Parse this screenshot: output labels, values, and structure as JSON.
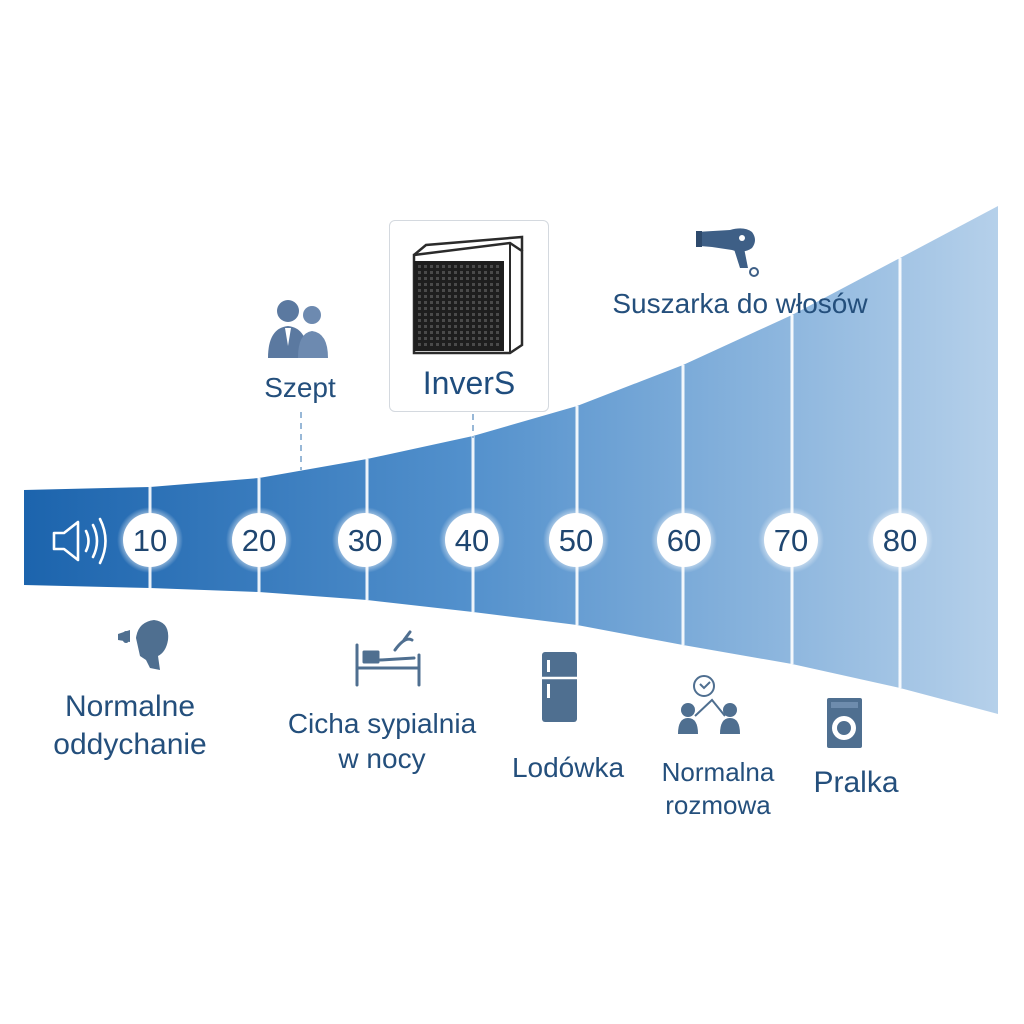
{
  "scale": {
    "ticks": [
      "10",
      "20",
      "30",
      "40",
      "50",
      "60",
      "70",
      "80"
    ],
    "speaker_icon": "speaker-volume-icon"
  },
  "product": {
    "name": "InverS",
    "icon": "heat-pump-unit-icon"
  },
  "annotations_above": [
    {
      "label": "Szept",
      "icon": "people-icon"
    },
    {
      "label": "Suszarka do włosów",
      "icon": "hair-dryer-icon"
    }
  ],
  "annotations_below": [
    {
      "lines": [
        "Normalne",
        "oddychanie"
      ],
      "icon": "head-breathing-icon"
    },
    {
      "lines": [
        "Cicha sypialnia",
        "w nocy"
      ],
      "icon": "bed-icon"
    },
    {
      "lines": [
        "Lodówka"
      ],
      "icon": "refrigerator-icon"
    },
    {
      "lines": [
        "Normalna",
        "rozmowa"
      ],
      "icon": "conversation-icon"
    },
    {
      "lines": [
        "Pralka"
      ],
      "icon": "washing-machine-icon"
    }
  ],
  "colors": {
    "band_start": "#1c64ad",
    "band_end": "#b3cfea",
    "text": "#244f7c",
    "icon": "#4f6f90"
  }
}
